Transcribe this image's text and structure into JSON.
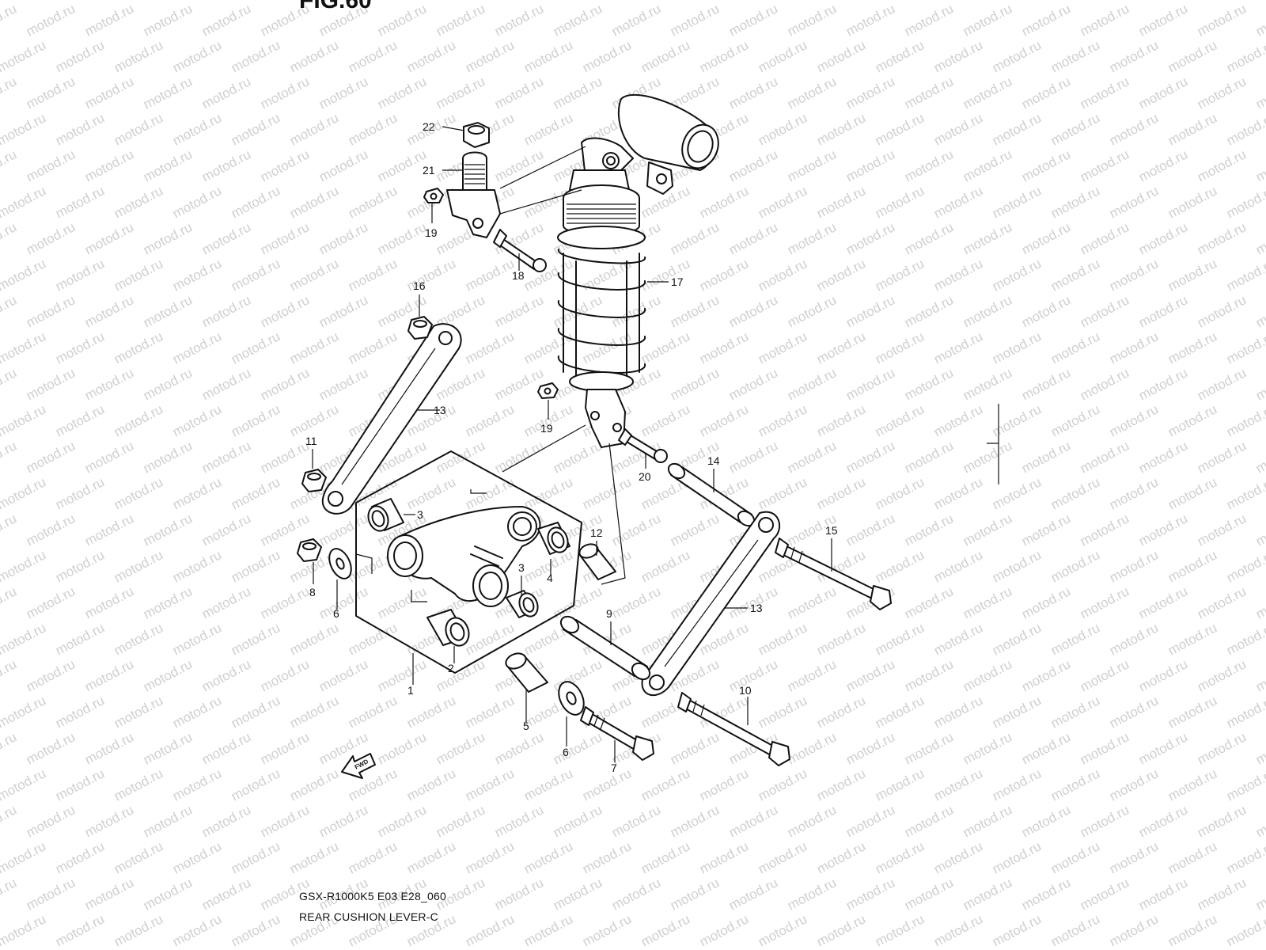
{
  "figure_title": "FIG.60",
  "caption": {
    "model_code": "GSX-R1000K5 E03 E28_060",
    "section_name": "REAR CUSHION LEVER-C"
  },
  "watermark": "motod.ru",
  "fwd_label": "FWD",
  "callouts": {
    "c1": "1",
    "c2": "2",
    "c3a": "3",
    "c3b": "3",
    "c4": "4",
    "c5": "5",
    "c6a": "6",
    "c6b": "6",
    "c7": "7",
    "c8": "8",
    "c9": "9",
    "c10": "10",
    "c11": "11",
    "c12": "12",
    "c13a": "13",
    "c13b": "13",
    "c14": "14",
    "c15": "15",
    "c16": "16",
    "c17": "17",
    "c18": "18",
    "c19a": "19",
    "c19b": "19",
    "c20": "20",
    "c21": "21",
    "c22": "22"
  }
}
